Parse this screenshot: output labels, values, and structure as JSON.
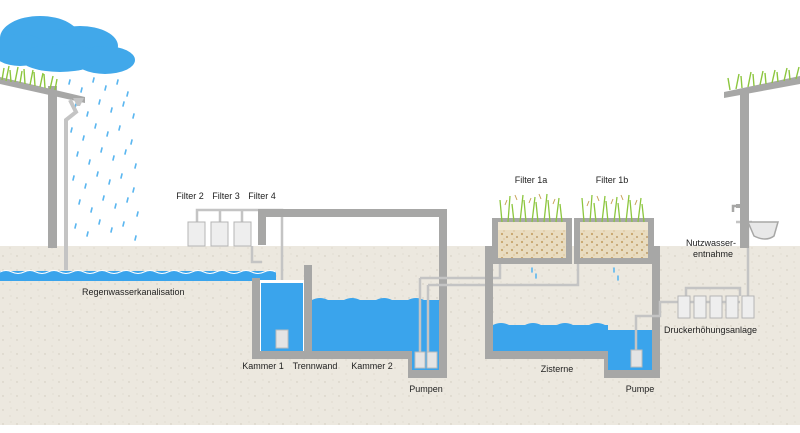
{
  "labels": {
    "filter2": "Filter 2",
    "filter3": "Filter 3",
    "filter4": "Filter 4",
    "filter1a": "Filter 1a",
    "filter1b": "Filter 1b",
    "nutzwasser_line1": "Nutzwasser-",
    "nutzwasser_line2": "entnahme",
    "regenwasserkanalisation": "Regenwasserkanalisation",
    "druckerhoehungsanlage": "Druckerhöhungsanlage",
    "kammer1": "Kammer 1",
    "trennwand": "Trennwand",
    "kammer2": "Kammer 2",
    "zisterne": "Zisterne",
    "pumpen": "Pumpen",
    "pumpe": "Pumpe"
  },
  "colors": {
    "ground": "#ece8df",
    "wall": "#a7a7a6",
    "water": "#3aa4ec",
    "cloud": "#41a8ea",
    "rain": "#5ab6f0",
    "grass": "#8cc63e",
    "pipe": "#c4c4c4",
    "sand": "#e6d6b6"
  },
  "icons": {
    "cloud": "cloud-icon",
    "rain": "rain-drops-icon",
    "faucet": "faucet-icon",
    "sink": "sink-icon"
  }
}
